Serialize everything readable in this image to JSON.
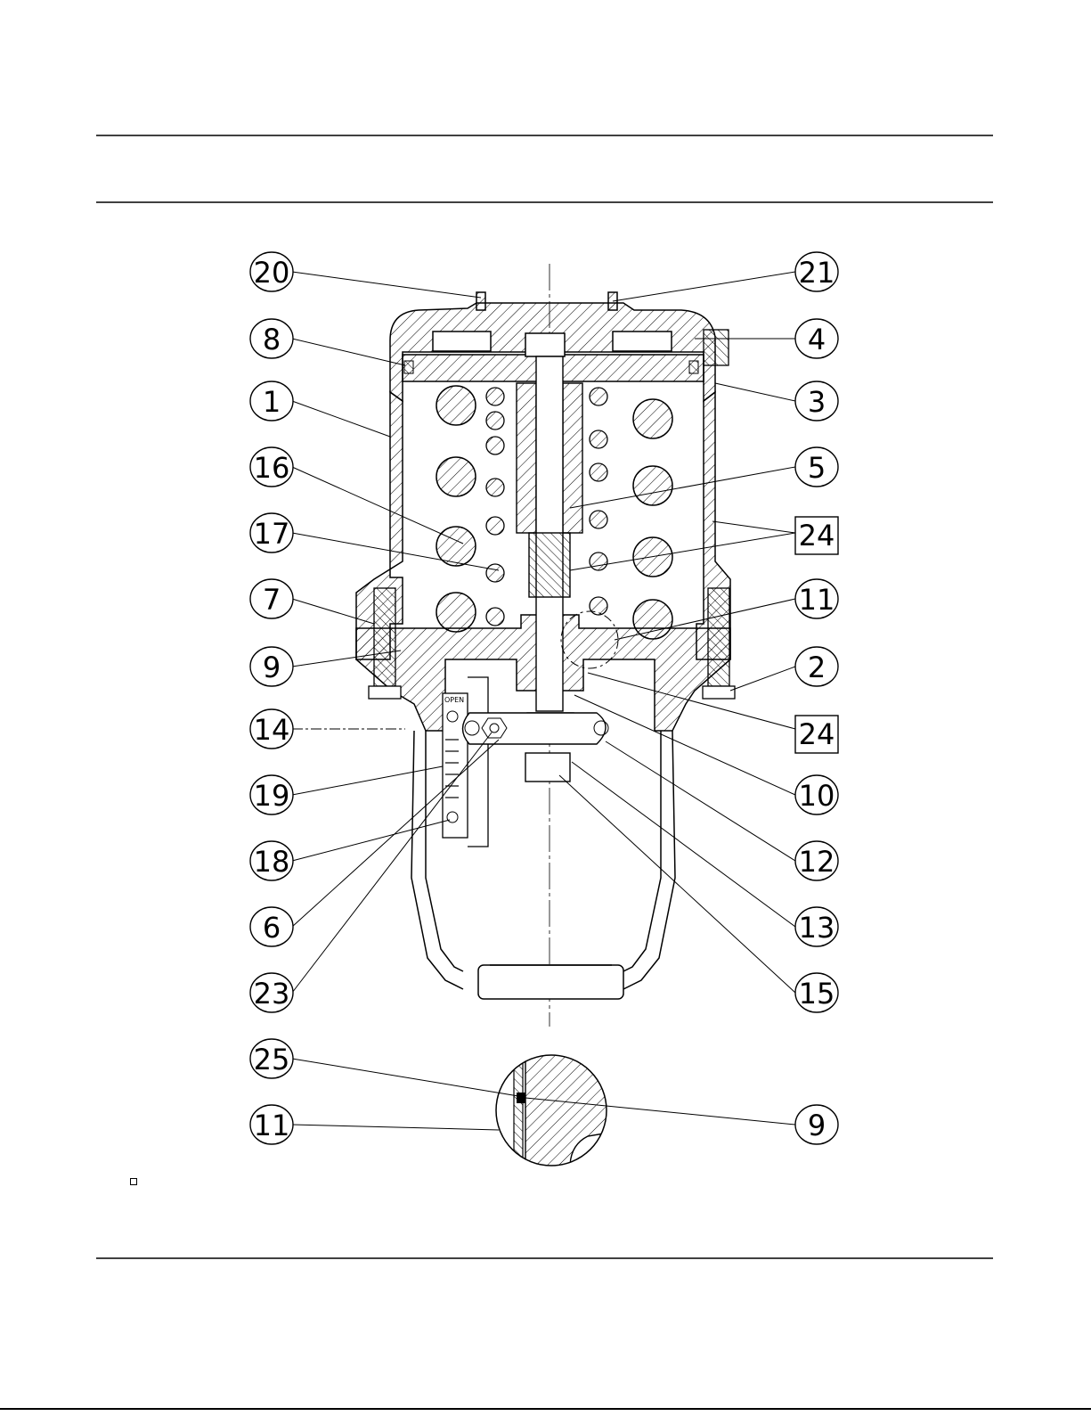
{
  "drawing": {
    "callouts": [
      {
        "id": "c20",
        "label": "20",
        "boxed": false
      },
      {
        "id": "c8",
        "label": "8",
        "boxed": false
      },
      {
        "id": "c1",
        "label": "1",
        "boxed": false
      },
      {
        "id": "c16",
        "label": "16",
        "boxed": false
      },
      {
        "id": "c17",
        "label": "17",
        "boxed": false
      },
      {
        "id": "c7",
        "label": "7",
        "boxed": false
      },
      {
        "id": "c9a",
        "label": "9",
        "boxed": false
      },
      {
        "id": "c14",
        "label": "14",
        "boxed": false
      },
      {
        "id": "c19",
        "label": "19",
        "boxed": false
      },
      {
        "id": "c18",
        "label": "18",
        "boxed": false
      },
      {
        "id": "c6",
        "label": "6",
        "boxed": false
      },
      {
        "id": "c23",
        "label": "23",
        "boxed": false
      },
      {
        "id": "c25",
        "label": "25",
        "boxed": false
      },
      {
        "id": "c11b",
        "label": "11",
        "boxed": false
      },
      {
        "id": "c21",
        "label": "21",
        "boxed": false
      },
      {
        "id": "c4",
        "label": "4",
        "boxed": false
      },
      {
        "id": "c3",
        "label": "3",
        "boxed": false
      },
      {
        "id": "c5",
        "label": "5",
        "boxed": false
      },
      {
        "id": "c24a",
        "label": "24",
        "boxed": true
      },
      {
        "id": "c11a",
        "label": "11",
        "boxed": false
      },
      {
        "id": "c2",
        "label": "2",
        "boxed": false
      },
      {
        "id": "c24b",
        "label": "24",
        "boxed": true
      },
      {
        "id": "c10",
        "label": "10",
        "boxed": false
      },
      {
        "id": "c12",
        "label": "12",
        "boxed": false
      },
      {
        "id": "c13",
        "label": "13",
        "boxed": false
      },
      {
        "id": "c15",
        "label": "15",
        "boxed": false
      },
      {
        "id": "c9b",
        "label": "9",
        "boxed": false
      }
    ],
    "indicator_label": "OPEN"
  }
}
